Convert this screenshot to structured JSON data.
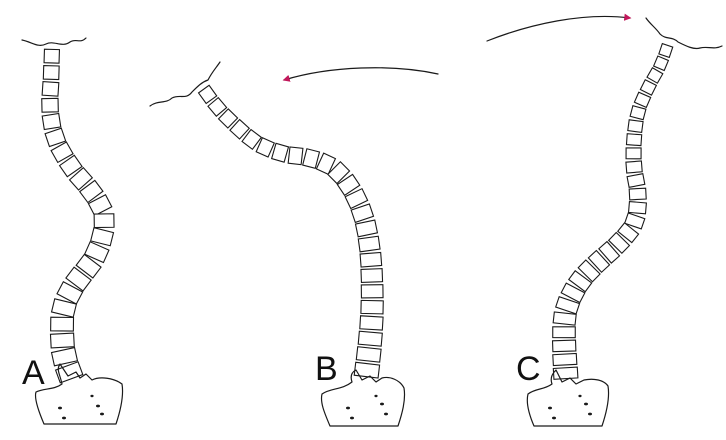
{
  "labels": {
    "a": "A",
    "b": "B",
    "c": "C"
  },
  "colors": {
    "arrow": "#c2185b",
    "ink": "#1a1a1a"
  },
  "arrows": {
    "b": "curved-arrow-pointing-left",
    "c": "curved-arrow-pointing-right"
  }
}
